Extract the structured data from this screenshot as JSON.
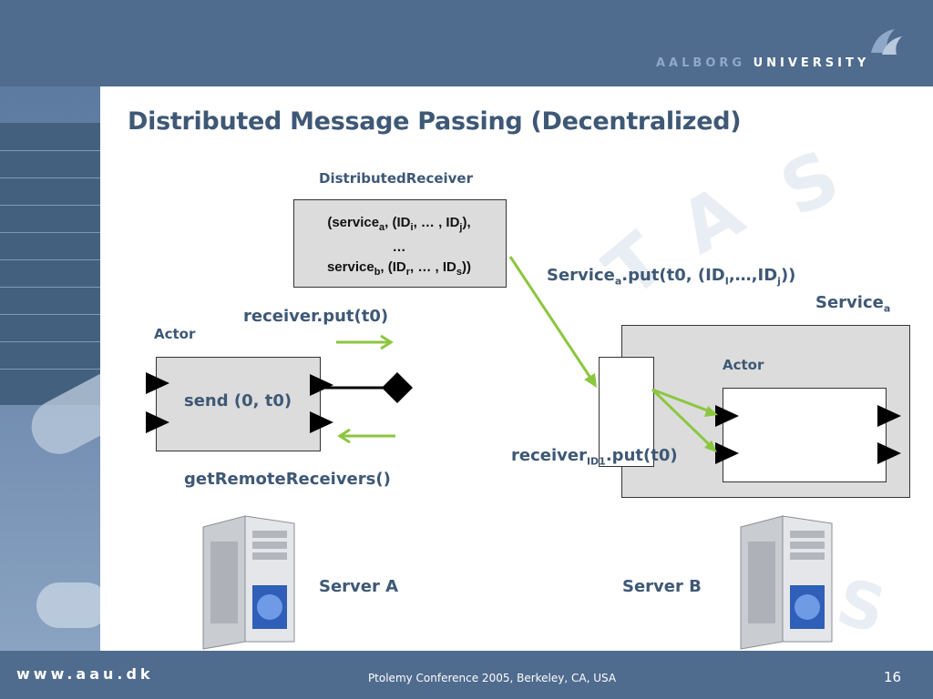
{
  "branding": {
    "university_prefix": "AALBORG",
    "university_suffix": "UNIVERSITY",
    "website": "www.aau.dk"
  },
  "footer": {
    "conference": "Ptolemy Conference 2005, Berkeley, CA, USA",
    "page_number": "16"
  },
  "slide": {
    "title": "Distributed Message Passing (Decentralized)"
  },
  "diagram": {
    "distributed_receiver_label": "DistributedReceiver",
    "receiver_table": {
      "line1": {
        "a": "(service",
        "a_sub": "a",
        "b": ", (ID",
        "b_sub": "i",
        "c": ", … , ID",
        "c_sub": "j",
        "d": "),"
      },
      "line2": "…",
      "line3": {
        "a": "service",
        "a_sub": "b",
        "b": ", (ID",
        "b_sub": "r",
        "c": ", … , ID",
        "c_sub": "s",
        "d": "))"
      }
    },
    "service_put": {
      "a": "Service",
      "a_sub": "a",
      "b": ".put(t0, (ID",
      "b_sub": "I",
      "c": ",…,ID",
      "c_sub": "j",
      "d": "))"
    },
    "service_a": {
      "a": "Service",
      "a_sub": "a"
    },
    "receiver_put_label": "receiver.put(t0)",
    "actor_left_label": "Actor",
    "send_label": "send (0, t0)",
    "get_remote_receivers_label": "getRemoteReceivers()",
    "actor_right_label": "Actor",
    "receiver_id_put": {
      "a": "receiver",
      "a_sub": "ID1",
      "b": ".put(t0)"
    },
    "server_a_label": "Server A",
    "server_b_label": "Server B"
  },
  "colors": {
    "header_blue": "#4f6b8e",
    "title_blue": "#3e5876",
    "arrow_green": "#8cc63f",
    "box_gray": "#dcdcdc"
  }
}
